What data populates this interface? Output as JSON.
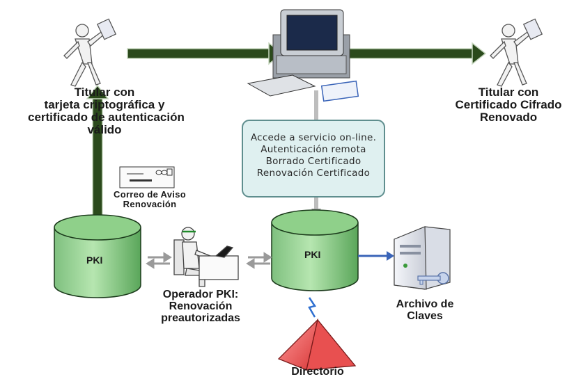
{
  "titular_left": [
    "Titular con",
    "tarjeta criptográfica y",
    "certificado de autenticación",
    "válido"
  ],
  "titular_right": [
    "Titular con",
    "Certificado Cifrado",
    "Renovado"
  ],
  "service_box": [
    "Accede a servicio on-line.",
    "Autenticación remota",
    "Borrado Certificado",
    "Renovación Certificado"
  ],
  "correo": [
    "Correo de Aviso",
    "Renovación"
  ],
  "pki_left": "PKI",
  "pki_right": "PKI",
  "operador": [
    "Operador PKI:",
    "Renovación",
    "preautorizadas"
  ],
  "archivo": [
    "Archivo de",
    "Claves"
  ],
  "directorio": "Directorio"
}
